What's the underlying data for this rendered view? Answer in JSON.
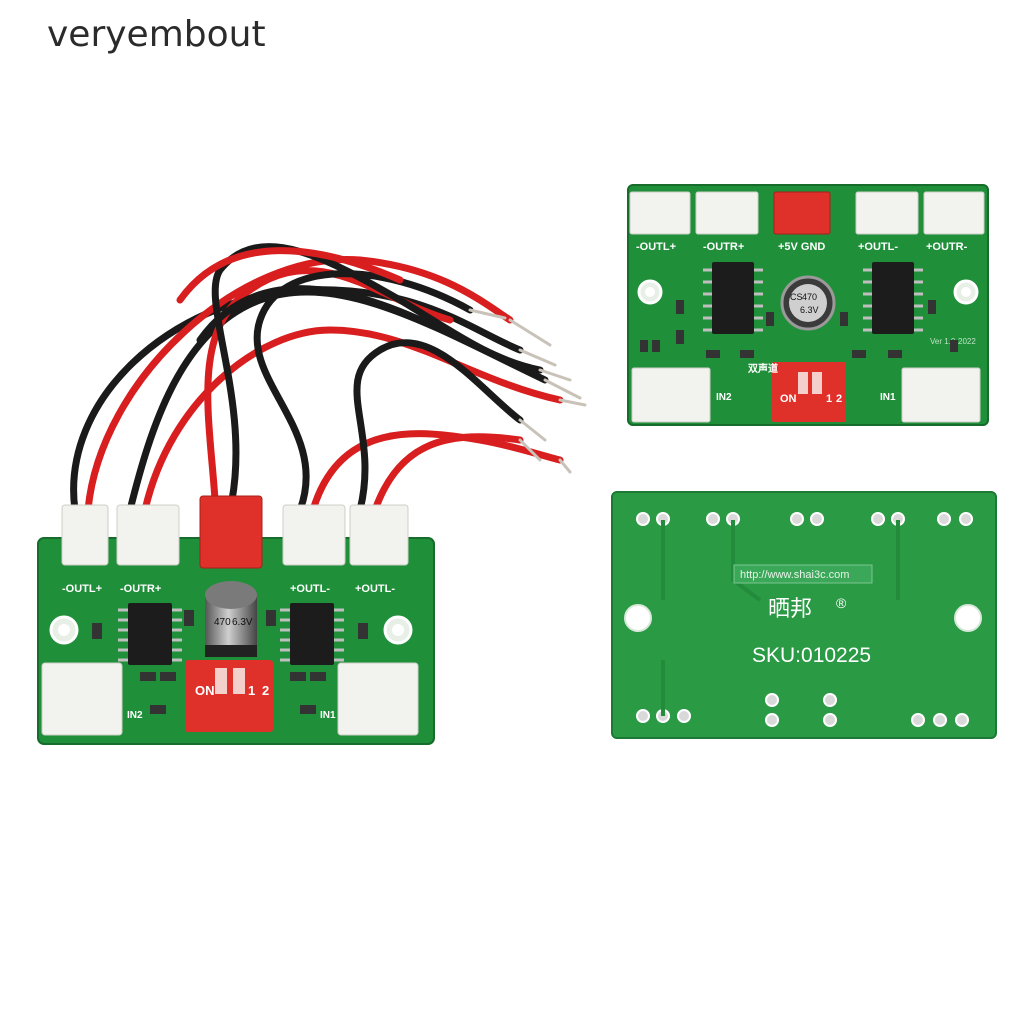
{
  "brand": "veryembout",
  "product_text": {
    "brand_cn": "晒邦",
    "registered_mark": "®",
    "sku": "SKU:010225",
    "url": "http://www.shai3c.com",
    "version": "Ver 1.0-2022"
  },
  "board_labels": {
    "out_l_minus_plus": "-OUTL+",
    "out_r_minus_plus": "-OUTR+",
    "power": "+5V GND",
    "out_l_plus_minus": "+OUTL-",
    "out_r_plus_minus": "+OUTR-",
    "in1": "IN1",
    "in2": "IN2",
    "dip_on": "ON",
    "dip_1": "1",
    "dip_2": "2",
    "cap_cs": "CS",
    "cap_470": "470",
    "cap_voltage": "6.3V",
    "channel_cn": "双声道"
  },
  "colors": {
    "pcb_green": "#1f8f3a",
    "pcb_back_green": "#2a9a45",
    "wire_red": "#d81e1e",
    "wire_black": "#1a1a1a",
    "dip_red": "#e0302a",
    "connector_white": "#f2f2ee"
  }
}
